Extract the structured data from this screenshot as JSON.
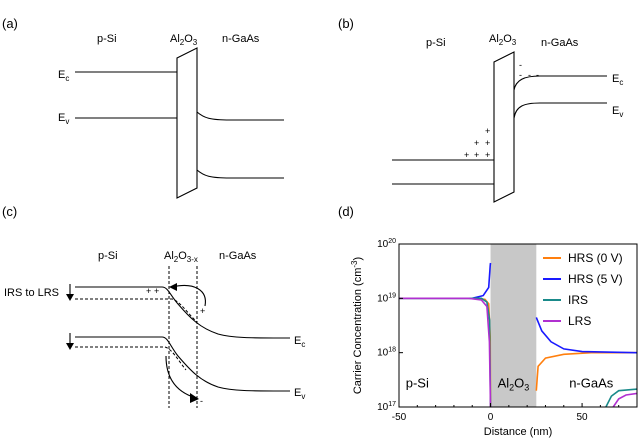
{
  "panels": {
    "a": {
      "label": "(a)",
      "p_region": "p-Si",
      "oxide": "Al",
      "oxide_sub1": "2",
      "oxide_mid": "O",
      "oxide_sub2": "3",
      "n_region": "n-GaAs",
      "ec": "E",
      "ec_sub": "c",
      "ev": "E",
      "ev_sub": "v"
    },
    "b": {
      "label": "(b)",
      "p_region": "p-Si",
      "oxide": "Al",
      "oxide_sub1": "2",
      "oxide_mid": "O",
      "oxide_sub2": "3",
      "n_region": "n-GaAs",
      "ec": "E",
      "ec_sub": "c",
      "ev": "E",
      "ev_sub": "v",
      "plus": "+",
      "minus": "-"
    },
    "c": {
      "label": "(c)",
      "p_region": "p-Si",
      "oxide": "Al",
      "oxide_sub1": "2",
      "oxide_mid": "O",
      "oxide_sub2": "3-x",
      "n_region": "n-GaAs",
      "transition": "IRS to LRS",
      "ec": "E",
      "ec_sub": "c",
      "ev": "E",
      "ev_sub": "v",
      "plus": "+",
      "minus": "-"
    },
    "d": {
      "label": "(d)"
    }
  },
  "chart_data": {
    "type": "line",
    "xlabel": "Distance (nm)",
    "ylabel_main": "Carrier Concentration (cm",
    "ylabel_sup": "-3",
    "ylabel_end": ")",
    "xlim": [
      -50,
      80
    ],
    "ylim_log10": [
      17,
      20
    ],
    "y_scale": "log",
    "xticks": [
      -50,
      0,
      50
    ],
    "yticks": [
      {
        "base": "10",
        "exp": "17",
        "value": 17
      },
      {
        "base": "10",
        "exp": "18",
        "value": 18
      },
      {
        "base": "10",
        "exp": "19",
        "value": 19
      },
      {
        "base": "10",
        "exp": "20",
        "value": 20
      }
    ],
    "oxide_region": {
      "x": [
        0,
        25
      ],
      "color": "#c8c8c8"
    },
    "region_labels": [
      {
        "text": "p-Si",
        "sub": "",
        "tail": "",
        "x": -40,
        "y_log": 17.45
      },
      {
        "text": "Al",
        "sub": "2",
        "tail": "O",
        "sub2": "3",
        "x": 12.5,
        "y_log": 17.45
      },
      {
        "text": "n-GaAs",
        "sub": "",
        "tail": "",
        "x": 55,
        "y_log": 17.45
      }
    ],
    "legend_position": "top-right",
    "series": [
      {
        "name": "HRS (0 V)",
        "color": "#ff7f0e",
        "points": [
          [
            -50,
            19
          ],
          [
            -8,
            19
          ],
          [
            -3,
            18.98
          ],
          [
            -1,
            18.9
          ],
          [
            -0.2,
            18.3
          ],
          [
            0,
            17
          ]
        ],
        "points_right": [
          [
            25,
            17.3
          ],
          [
            26,
            17.75
          ],
          [
            30,
            17.9
          ],
          [
            40,
            17.97
          ],
          [
            55,
            18.0
          ],
          [
            80,
            18.0
          ]
        ]
      },
      {
        "name": "HRS (5 V)",
        "color": "#1a1aff",
        "points": [
          [
            -50,
            19
          ],
          [
            -10,
            19
          ],
          [
            -4,
            19.05
          ],
          [
            -1,
            19.2
          ],
          [
            -0.2,
            19.6
          ],
          [
            0,
            19.65
          ]
        ],
        "points_right": [
          [
            25,
            18.65
          ],
          [
            28,
            18.4
          ],
          [
            33,
            18.2
          ],
          [
            40,
            18.07
          ],
          [
            50,
            18.02
          ],
          [
            80,
            18.0
          ]
        ]
      },
      {
        "name": "IRS",
        "color": "#1a8a8a",
        "points": [
          [
            -50,
            19
          ],
          [
            -12,
            19
          ],
          [
            -5,
            19.0
          ],
          [
            -2,
            18.93
          ],
          [
            -0.5,
            18.6
          ],
          [
            0,
            17
          ]
        ],
        "points_right": [
          [
            63,
            17
          ],
          [
            66,
            17.2
          ],
          [
            70,
            17.3
          ],
          [
            80,
            17.33
          ]
        ]
      },
      {
        "name": "LRS",
        "color": "#b030d0",
        "points": [
          [
            -50,
            19
          ],
          [
            -12,
            19
          ],
          [
            -5,
            18.97
          ],
          [
            -2,
            18.85
          ],
          [
            -0.6,
            18.2
          ],
          [
            0,
            17
          ]
        ],
        "points_right": [
          [
            67,
            17
          ],
          [
            70,
            17.15
          ],
          [
            74,
            17.22
          ],
          [
            80,
            17.25
          ]
        ]
      }
    ]
  }
}
